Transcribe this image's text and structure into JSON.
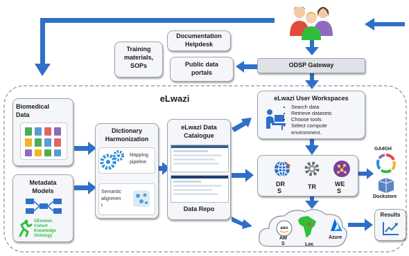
{
  "colors": {
    "arrow": "#2f6fc8",
    "panel_border": "#8a9099",
    "box_fill": "#f4f6f9",
    "gateway_fill": "#dfe3e8",
    "green": "#2fbf3a"
  },
  "icons": [
    "people-icon",
    "desk-user-icon",
    "gears-icon",
    "globe-icon",
    "gear-icon",
    "network-icon",
    "aws-cloud-icon",
    "africa-map-icon",
    "azure-icon",
    "chart-icon",
    "ga4gh-logo",
    "dockstore-logo"
  ],
  "labels": {
    "documentation_helpdesk": [
      "Documentation",
      "Helpdesk"
    ],
    "training": [
      "Training",
      "materials,",
      "SOPs"
    ],
    "public_portals": [
      "Public data",
      "portals"
    ],
    "gateway": "ODSP Gateway",
    "elwazi": "eLwazi",
    "biomedical_data": [
      "Biomedical",
      "Data"
    ],
    "metadata_models": [
      "Metadata",
      "Models"
    ],
    "ontology": [
      "GEnomic",
      "Cohort",
      "Knowledge",
      "Ontology"
    ],
    "dict_harmonization": [
      "Dictionary",
      "Harmonization"
    ],
    "mapping_pipeline": [
      "Mapping",
      "pipeline"
    ],
    "semantic_alignment": [
      "Semantic",
      "alignmen",
      "t"
    ],
    "data_catalogue": [
      "eLwazi Data",
      "Catalogue"
    ],
    "data_repo": "Data Repo",
    "user_workspaces": "eLwazi User Workspaces",
    "workspace_items": [
      "Search data",
      "Retrieve datasets",
      "Choose tools",
      "Select compute",
      "environment."
    ],
    "dr": [
      "DR",
      "S"
    ],
    "tr": "TR",
    "we": [
      "WE",
      "S"
    ],
    "ga4gh": "GA4GH",
    "dockstore": "Dockstore",
    "aws": [
      "AW",
      "S"
    ],
    "loc": "Loc",
    "azure": "Azure",
    "results": "Results"
  }
}
